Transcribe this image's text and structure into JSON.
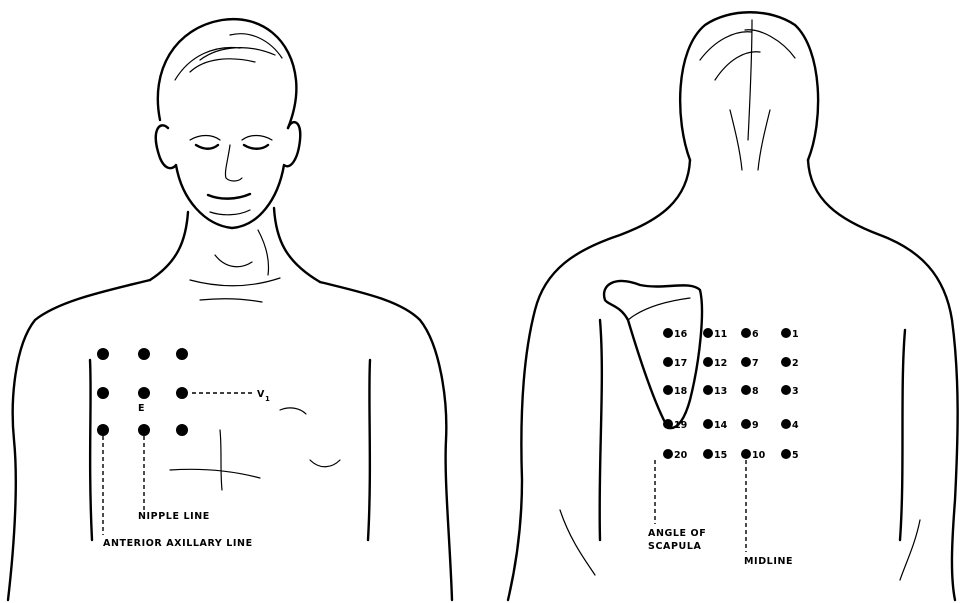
{
  "front": {
    "lead_label": "V",
    "lead_subscript": "1",
    "left_lead_mark": "E",
    "nipple_line_label": "NIPPLE LINE",
    "axillary_line_label": "ANTERIOR AXILLARY LINE"
  },
  "back": {
    "points": [
      "16",
      "11",
      "6",
      "1",
      "17",
      "12",
      "7",
      "2",
      "18",
      "13",
      "8",
      "3",
      "19",
      "14",
      "9",
      "4",
      "20",
      "15",
      "10",
      "5"
    ],
    "angle_label_line1": "ANGLE OF",
    "angle_label_line2": "SCAPULA",
    "midline_label": "MIDLINE"
  }
}
